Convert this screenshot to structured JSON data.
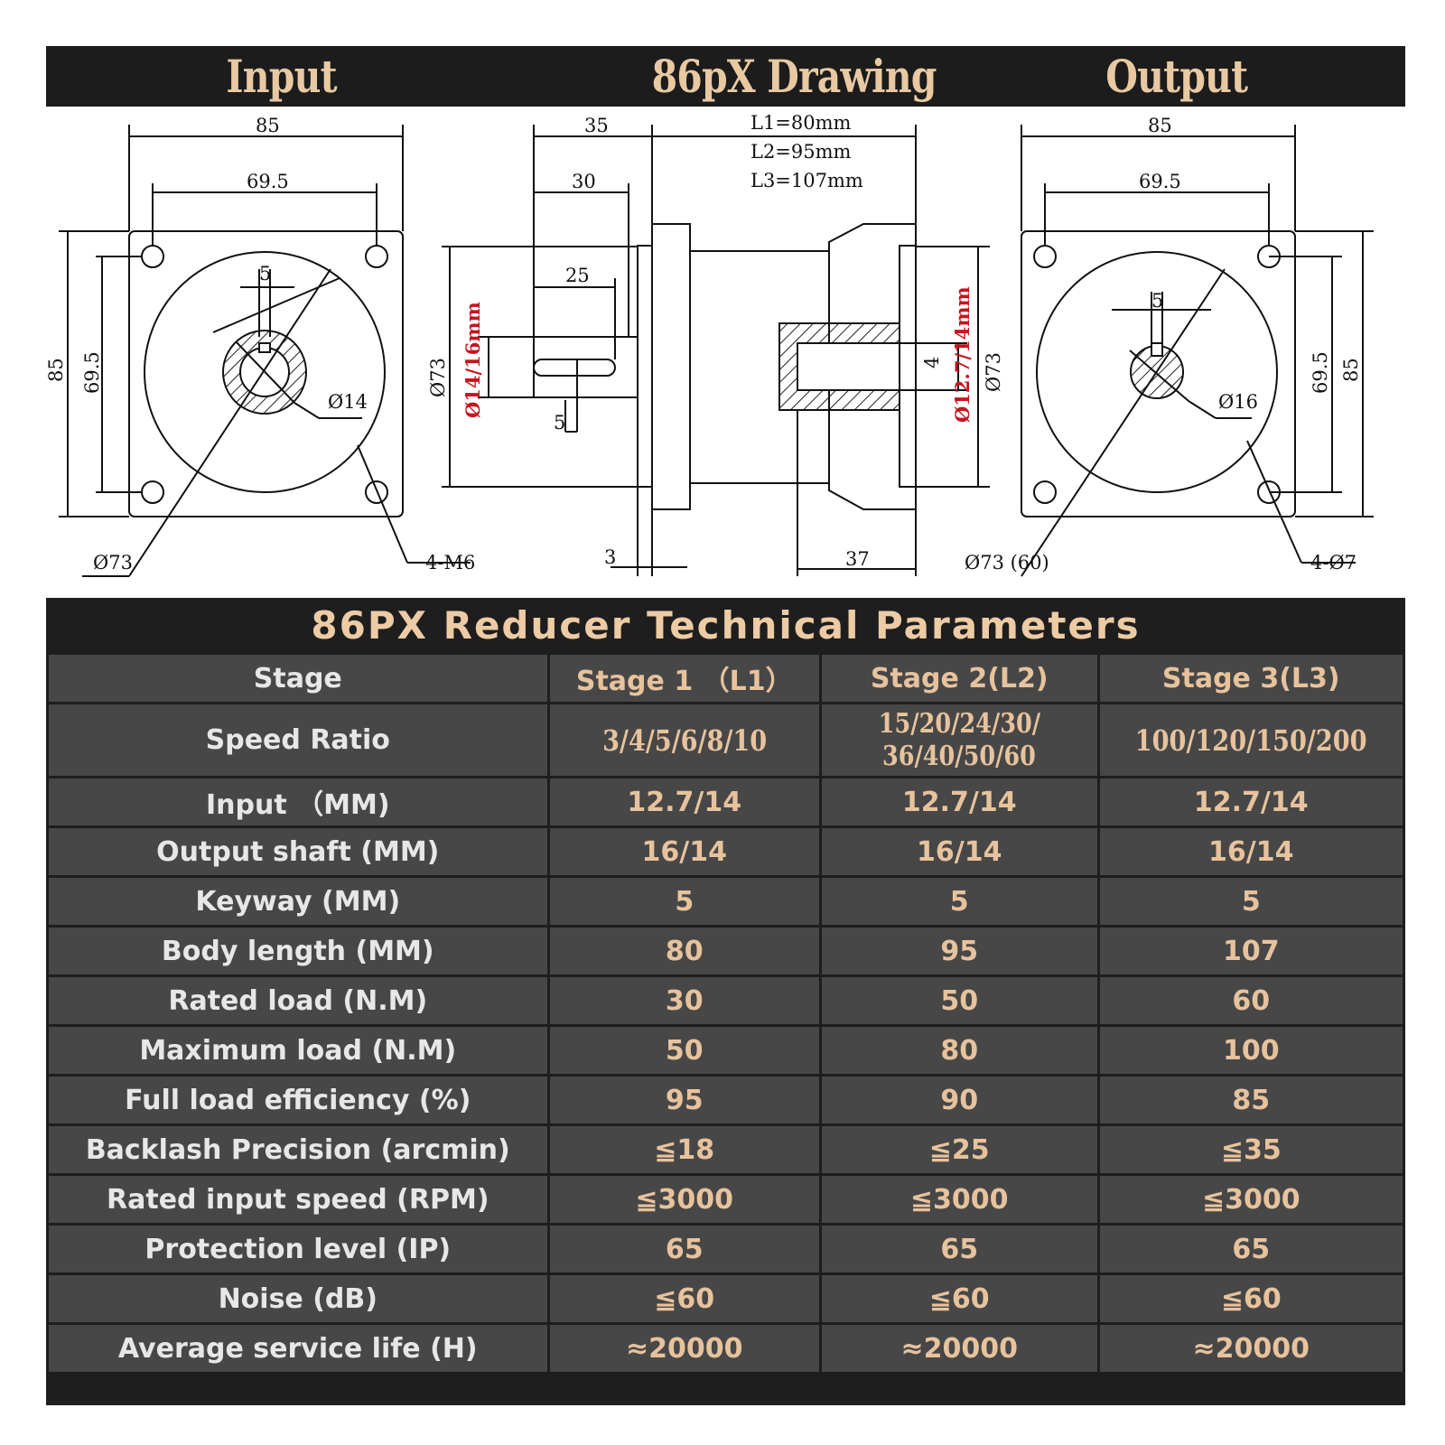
{
  "header": {
    "input": "Input",
    "title": "86pX Drawing",
    "output": "Output"
  },
  "drawing": {
    "input_view": {
      "w": "85",
      "holes": "69.5",
      "h": "85",
      "hv": "69.5",
      "key": "5",
      "bore": "Ø14",
      "pilot": "Ø73",
      "screw": "4-M6"
    },
    "side_view": {
      "d35": "35",
      "d30": "30",
      "d25": "25",
      "d5": "5",
      "d3": "3",
      "d37": "37",
      "L1": "L1=80mm",
      "L2": "L2=95mm",
      "L3": "L3=107mm",
      "phi73a": "Ø73",
      "phi73b": "Ø73",
      "shaft_in": "Ø14/16mm",
      "shaft_out": "Ø12.7/14mm",
      "d4": "4"
    },
    "output_view": {
      "w": "85",
      "holes": "69.5",
      "h": "85",
      "hv": "69.5",
      "key": "5",
      "bore": "Ø16",
      "pilot": "Ø73 (60)",
      "holes_spec": "4-Ø7"
    }
  },
  "table": {
    "title": "86PX Reducer Technical Parameters",
    "header": [
      "Stage",
      "Stage 1 （L1）",
      "Stage 2(L2)",
      "Stage 3(L3)"
    ],
    "speed_ratio": {
      "label": "Speed Ratio",
      "s1": "3/4/5/6/8/10",
      "s2a": "15/20/24/30/",
      "s2b": "36/40/50/60",
      "s3": "100/120/150/200"
    },
    "rows": [
      [
        "Input （MM)",
        "12.7/14",
        "12.7/14",
        "12.7/14"
      ],
      [
        "Output shaft (MM)",
        "16/14",
        "16/14",
        "16/14"
      ],
      [
        "Keyway (MM)",
        "5",
        "5",
        "5"
      ],
      [
        "Body length (MM)",
        "80",
        "95",
        "107"
      ],
      [
        "Rated load (N.M)",
        "30",
        "50",
        "60"
      ],
      [
        "Maximum load (N.M)",
        "50",
        "80",
        "100"
      ],
      [
        "Full load efficiency (%)",
        "95",
        "90",
        "85"
      ],
      [
        "Backlash Precision (arcmin)",
        "≦18",
        "≦25",
        "≦35"
      ],
      [
        "Rated input speed (RPM)",
        "≦3000",
        "≦3000",
        "≦3000"
      ],
      [
        "Protection level (IP)",
        "65",
        "65",
        "65"
      ],
      [
        "Noise (dB)",
        "≦60",
        "≦60",
        "≦60"
      ],
      [
        "Average service life (H)",
        "≈20000",
        "≈20000",
        "≈20000"
      ]
    ]
  }
}
